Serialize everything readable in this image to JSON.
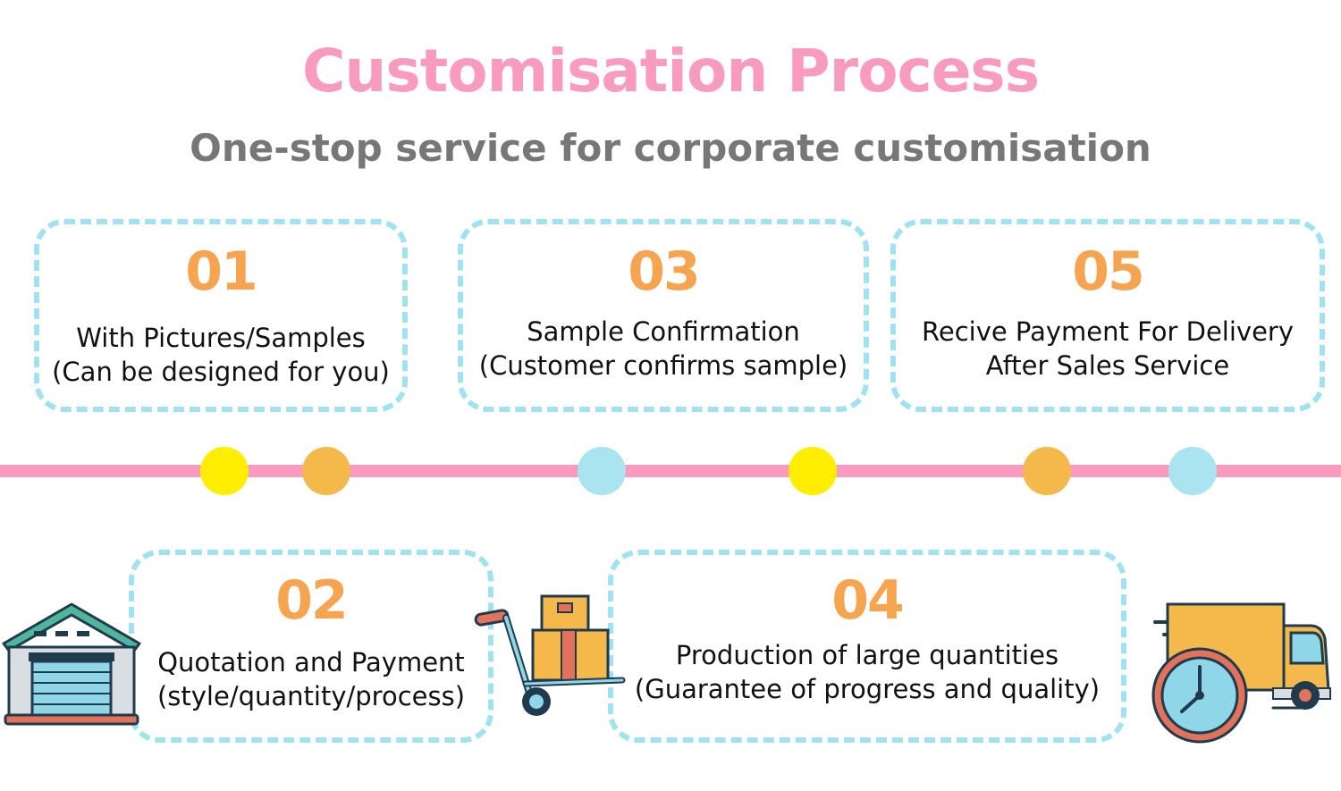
{
  "header": {
    "title": "Customisation Process",
    "subtitle": "One-stop service for corporate customisation"
  },
  "steps": [
    {
      "number": "01",
      "line1": "With Pictures/Samples",
      "line2": "(Can be designed for you)"
    },
    {
      "number": "02",
      "line1": "Quotation and Payment",
      "line2": "(style/quantity/process)"
    },
    {
      "number": "03",
      "line1": "Sample Confirmation",
      "line2": "(Customer confirms sample)"
    },
    {
      "number": "04",
      "line1": "Production of large quantities",
      "line2": "(Guarantee of progress and quality)"
    },
    {
      "number": "05",
      "line1": "Recive Payment For Delivery",
      "line2": "After Sales Service"
    }
  ],
  "colors": {
    "title": "#f99bbf",
    "subtitle": "#777777",
    "number": "#f7a450",
    "box_border": "#9ee3ef",
    "timeline": "#f99bbf",
    "dot_yellow": "#ffee00",
    "dot_orange": "#f5b84a",
    "dot_blue": "#a9e4f0"
  },
  "timeline_dots": [
    "yellow",
    "orange",
    "blue",
    "yellow",
    "orange",
    "blue"
  ],
  "icons": [
    "warehouse-icon",
    "hand-truck-icon",
    "delivery-truck-clock-icon"
  ]
}
